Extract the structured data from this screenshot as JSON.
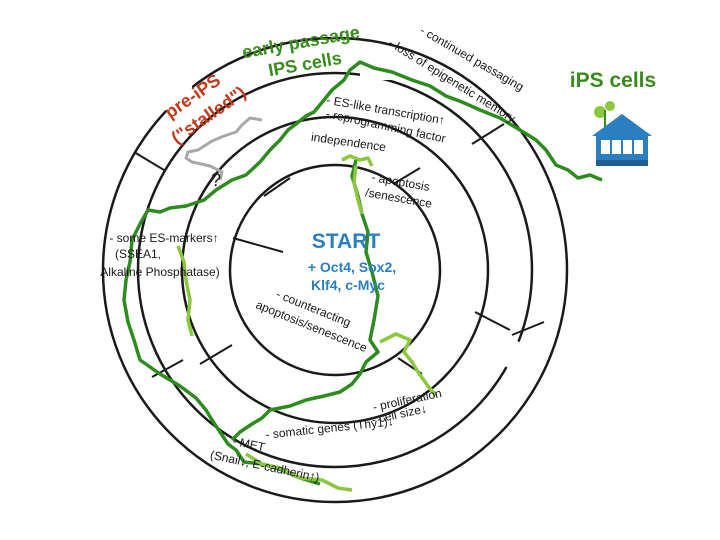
{
  "diagram": {
    "start_title": "START",
    "factors": [
      "+ Oct4, Sox2,",
      "Klf4, c-Myc"
    ],
    "ips_cells_title": "iPS cells",
    "early_passage": [
      "early passage",
      "IPS cells"
    ],
    "pre_ips": [
      "pre-iPS",
      "(\"stalled\")"
    ],
    "question_mark": "?",
    "continued_passaging": "- continued passaging",
    "loss_epigenetic": "- loss of epigenetic memory",
    "es_transcription": "- ES-like transcription↑",
    "reprogramming_independence": [
      "- reprogramming factor",
      "independence"
    ],
    "apoptosis": [
      "- apoptosis",
      "/senescence"
    ],
    "es_markers": [
      "- some ES-markers↑",
      "(SSEA1,",
      "Alkaline Phosphatase)"
    ],
    "counteracting": [
      "- counteracting",
      "apoptosis/senescence"
    ],
    "proliferation": "- proliferation",
    "cell_size": "- cell size↓",
    "somatic_genes": "- somatic genes (Thy1)↓",
    "met": "- MET",
    "snail_ecadherin": "(Snail↓, E-cadherin↑)",
    "colors": {
      "green_dark": "#2e8b1f",
      "green_light": "#8dc63f",
      "gray_path": "#a8a8a8",
      "ring_fill": "#ffffff",
      "ring_stroke": "#1a1a1a",
      "start_blue": "#2b7fc0",
      "house_blue": "#2b7fc0",
      "red_label": "#c23a1a"
    }
  }
}
